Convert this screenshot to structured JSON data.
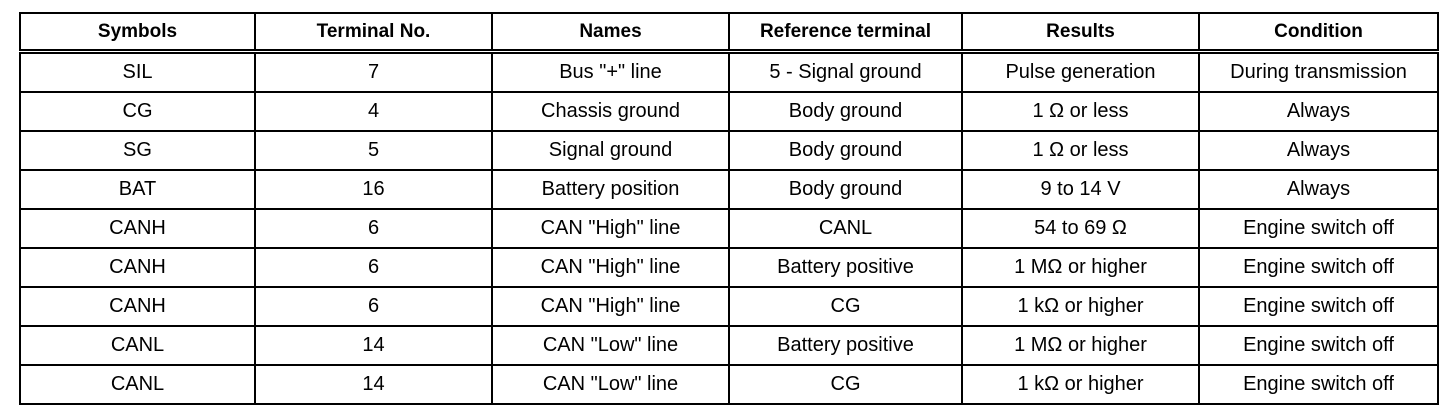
{
  "table": {
    "headers": [
      "Symbols",
      "Terminal No.",
      "Names",
      "Reference terminal",
      "Results",
      "Condition"
    ],
    "rows": [
      [
        "SIL",
        "7",
        "Bus \"+\" line",
        "5 - Signal ground",
        "Pulse generation",
        "During transmission"
      ],
      [
        "CG",
        "4",
        "Chassis ground",
        "Body ground",
        "1 Ω or less",
        "Always"
      ],
      [
        "SG",
        "5",
        "Signal ground",
        "Body ground",
        "1 Ω or less",
        "Always"
      ],
      [
        "BAT",
        "16",
        "Battery position",
        "Body ground",
        "9 to 14 V",
        "Always"
      ],
      [
        "CANH",
        "6",
        "CAN \"High\" line",
        "CANL",
        "54 to 69 Ω",
        "Engine switch off"
      ],
      [
        "CANH",
        "6",
        "CAN \"High\" line",
        "Battery positive",
        "1 MΩ or higher",
        "Engine switch off"
      ],
      [
        "CANH",
        "6",
        "CAN \"High\" line",
        "CG",
        "1 kΩ or higher",
        "Engine switch off"
      ],
      [
        "CANL",
        "14",
        "CAN \"Low\" line",
        "Battery positive",
        "1 MΩ or higher",
        "Engine switch off"
      ],
      [
        "CANL",
        "14",
        "CAN \"Low\" line",
        "CG",
        "1 kΩ or higher",
        "Engine switch off"
      ]
    ]
  }
}
